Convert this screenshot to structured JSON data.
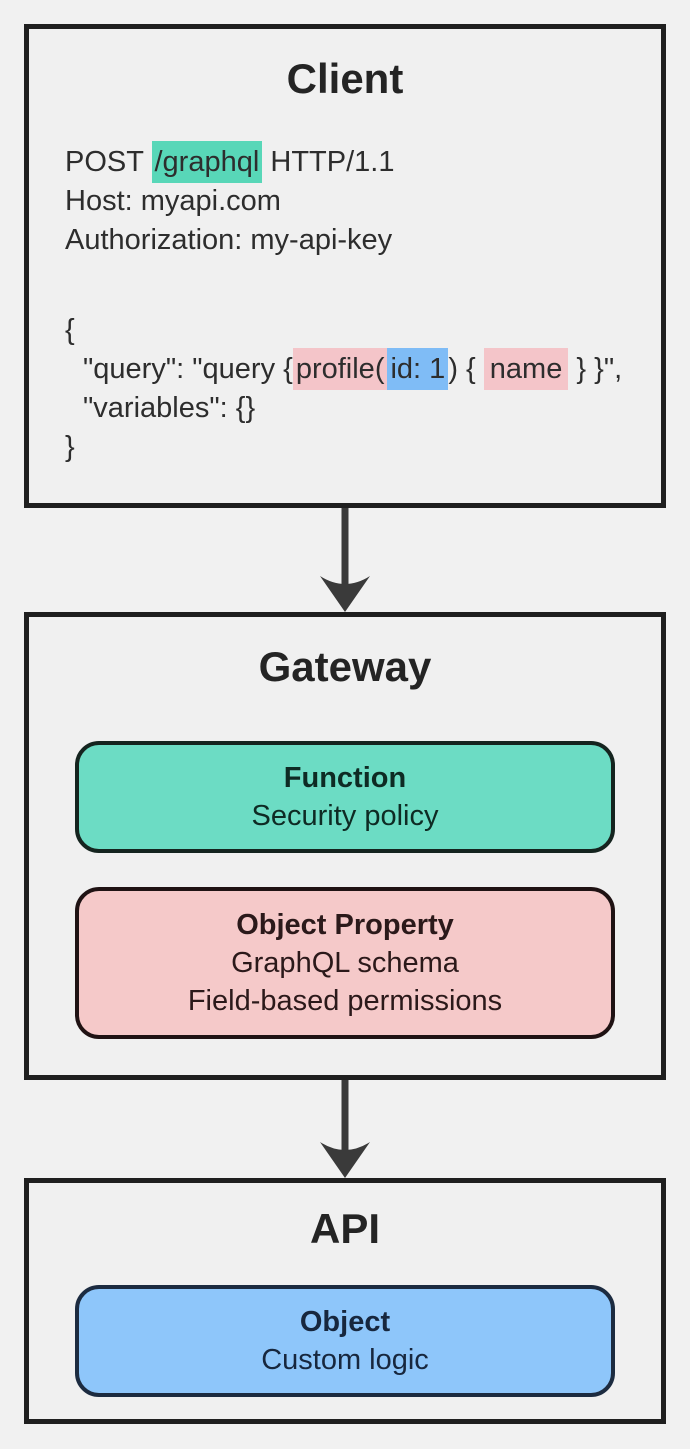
{
  "client": {
    "title": "Client",
    "request": {
      "method": "POST ",
      "path": "/graphql",
      "http_version": " HTTP/1.1",
      "host": "Host: myapi.com",
      "authorization": "Authorization: my-api-key"
    },
    "body": {
      "open": "{",
      "query_prefix": "\"query\": \"query {",
      "query_field": "profile(",
      "query_arg": "id: 1",
      "query_mid": ") { ",
      "query_name": "name",
      "query_suffix": " } }\",",
      "variables": "\"variables\": {}",
      "close": "}"
    }
  },
  "gateway": {
    "title": "Gateway",
    "cards": {
      "function": {
        "title": "Function",
        "line1": "Security policy"
      },
      "object_property": {
        "title": "Object Property",
        "line1": "GraphQL schema",
        "line2": "Field-based permissions"
      }
    }
  },
  "api": {
    "title": "API",
    "cards": {
      "object": {
        "title": "Object",
        "line1": "Custom logic"
      }
    }
  },
  "colors": {
    "page_background": "#f1f1f1",
    "box_background": "#f0f0f0",
    "box_border": "#1f1f1f",
    "highlight_teal": "#58d7b8",
    "highlight_pink": "#f4c5c9",
    "highlight_blue": "#7fbcf6",
    "card_green": "#6cdcc4",
    "card_pink": "#f5c9c9",
    "card_blue": "#8ec6fa",
    "arrow": "#3a3a3a"
  }
}
